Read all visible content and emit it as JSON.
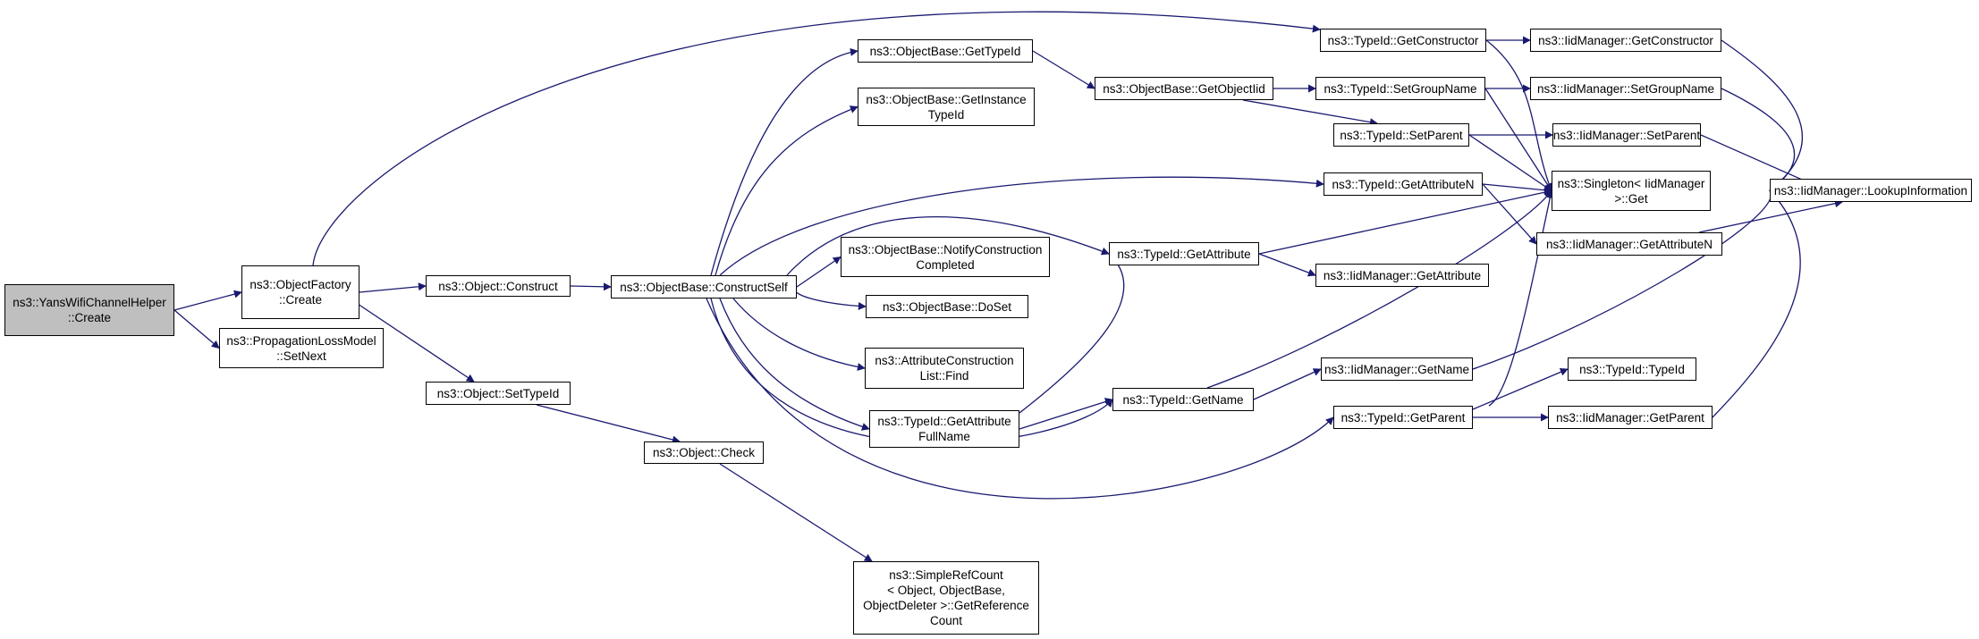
{
  "diagram": {
    "type": "call-graph",
    "colors": {
      "edge": "#191970",
      "node_border": "#000000",
      "node_fill": "#ffffff",
      "root_fill": "#bfbfbf"
    },
    "nodes": [
      {
        "id": "root",
        "label": "ns3::YansWifiChannelHelper\n::Create",
        "root": true
      },
      {
        "id": "of_create",
        "label": "ns3::ObjectFactory\n::Create"
      },
      {
        "id": "plm_setnext",
        "label": "ns3::PropagationLossModel\n::SetNext"
      },
      {
        "id": "obj_construct",
        "label": "ns3::Object::Construct"
      },
      {
        "id": "obj_settypeid",
        "label": "ns3::Object::SetTypeId"
      },
      {
        "id": "ob_constructself",
        "label": "ns3::ObjectBase::ConstructSelf"
      },
      {
        "id": "obj_check",
        "label": "ns3::Object::Check"
      },
      {
        "id": "ob_gettypeid",
        "label": "ns3::ObjectBase::GetTypeId"
      },
      {
        "id": "ob_getinstancetypeid",
        "label": "ns3::ObjectBase::GetInstance\nTypeId"
      },
      {
        "id": "ob_notify",
        "label": "ns3::ObjectBase::NotifyConstruction\nCompleted"
      },
      {
        "id": "ob_doset",
        "label": "ns3::ObjectBase::DoSet"
      },
      {
        "id": "acl_find",
        "label": "ns3::AttributeConstruction\nList::Find"
      },
      {
        "id": "t_getattributefullname",
        "label": "ns3::TypeId::GetAttribute\nFullName"
      },
      {
        "id": "simplerefcount",
        "label": "ns3::SimpleRefCount\n< Object, ObjectBase,\n ObjectDeleter >::GetReference\nCount"
      },
      {
        "id": "ob_getobjectiid",
        "label": "ns3::ObjectBase::GetObjectIid"
      },
      {
        "id": "t_getattribute",
        "label": "ns3::TypeId::GetAttribute"
      },
      {
        "id": "t_getname",
        "label": "ns3::TypeId::GetName"
      },
      {
        "id": "t_getconstructor",
        "label": "ns3::TypeId::GetConstructor"
      },
      {
        "id": "t_setgroupname",
        "label": "ns3::TypeId::SetGroupName"
      },
      {
        "id": "t_setparent",
        "label": "ns3::TypeId::SetParent"
      },
      {
        "id": "t_getattributen",
        "label": "ns3::TypeId::GetAttributeN"
      },
      {
        "id": "im_getattribute",
        "label": "ns3::IidManager::GetAttribute"
      },
      {
        "id": "im_getname",
        "label": "ns3::IidManager::GetName"
      },
      {
        "id": "t_getparent",
        "label": "ns3::TypeId::GetParent"
      },
      {
        "id": "im_getconstructor",
        "label": "ns3::IidManager::GetConstructor"
      },
      {
        "id": "im_setgroupname",
        "label": "ns3::IidManager::SetGroupName"
      },
      {
        "id": "im_setparent",
        "label": "ns3::IidManager::SetParent"
      },
      {
        "id": "singleton_get",
        "label": "ns3::Singleton< IidManager\n >::Get"
      },
      {
        "id": "im_getattributen",
        "label": "ns3::IidManager::GetAttributeN"
      },
      {
        "id": "t_typeid",
        "label": "ns3::TypeId::TypeId"
      },
      {
        "id": "im_getparent",
        "label": "ns3::IidManager::GetParent"
      },
      {
        "id": "im_lookup",
        "label": "ns3::IidManager::LookupInformation"
      }
    ],
    "edges": [
      {
        "from": "root",
        "to": "of_create"
      },
      {
        "from": "root",
        "to": "plm_setnext"
      },
      {
        "from": "of_create",
        "to": "obj_construct"
      },
      {
        "from": "of_create",
        "to": "obj_settypeid"
      },
      {
        "from": "of_create",
        "to": "t_getconstructor"
      },
      {
        "from": "obj_construct",
        "to": "ob_constructself"
      },
      {
        "from": "obj_settypeid",
        "to": "obj_check"
      },
      {
        "from": "obj_check",
        "to": "simplerefcount"
      },
      {
        "from": "ob_constructself",
        "to": "ob_gettypeid"
      },
      {
        "from": "ob_constructself",
        "to": "ob_getinstancetypeid"
      },
      {
        "from": "ob_constructself",
        "to": "ob_notify"
      },
      {
        "from": "ob_constructself",
        "to": "ob_doset"
      },
      {
        "from": "ob_constructself",
        "to": "acl_find"
      },
      {
        "from": "ob_constructself",
        "to": "t_getattributefullname"
      },
      {
        "from": "ob_constructself",
        "to": "t_getattributen"
      },
      {
        "from": "ob_constructself",
        "to": "t_getattribute"
      },
      {
        "from": "ob_constructself",
        "to": "t_getname"
      },
      {
        "from": "ob_constructself",
        "to": "t_getparent"
      },
      {
        "from": "ob_gettypeid",
        "to": "ob_getobjectiid"
      },
      {
        "from": "ob_getobjectiid",
        "to": "t_setgroupname"
      },
      {
        "from": "ob_getobjectiid",
        "to": "t_setparent"
      },
      {
        "from": "t_getattributefullname",
        "to": "t_getattribute"
      },
      {
        "from": "t_getattributefullname",
        "to": "t_getname"
      },
      {
        "from": "t_getattribute",
        "to": "singleton_get"
      },
      {
        "from": "t_getattribute",
        "to": "im_getattribute"
      },
      {
        "from": "t_getname",
        "to": "singleton_get"
      },
      {
        "from": "t_getname",
        "to": "im_getname"
      },
      {
        "from": "t_getconstructor",
        "to": "im_getconstructor"
      },
      {
        "from": "t_getconstructor",
        "to": "singleton_get"
      },
      {
        "from": "t_setgroupname",
        "to": "im_setgroupname"
      },
      {
        "from": "t_setgroupname",
        "to": "singleton_get"
      },
      {
        "from": "t_setparent",
        "to": "im_setparent"
      },
      {
        "from": "t_setparent",
        "to": "singleton_get"
      },
      {
        "from": "t_getattributen",
        "to": "singleton_get"
      },
      {
        "from": "t_getattributen",
        "to": "im_getattributen"
      },
      {
        "from": "t_getparent",
        "to": "singleton_get"
      },
      {
        "from": "t_getparent",
        "to": "t_typeid"
      },
      {
        "from": "t_getparent",
        "to": "im_getparent"
      },
      {
        "from": "im_getconstructor",
        "to": "im_lookup"
      },
      {
        "from": "im_setgroupname",
        "to": "im_lookup"
      },
      {
        "from": "im_setparent",
        "to": "im_lookup"
      },
      {
        "from": "im_getattributen",
        "to": "im_lookup"
      },
      {
        "from": "im_getname",
        "to": "im_lookup"
      },
      {
        "from": "im_getparent",
        "to": "im_lookup"
      }
    ]
  }
}
